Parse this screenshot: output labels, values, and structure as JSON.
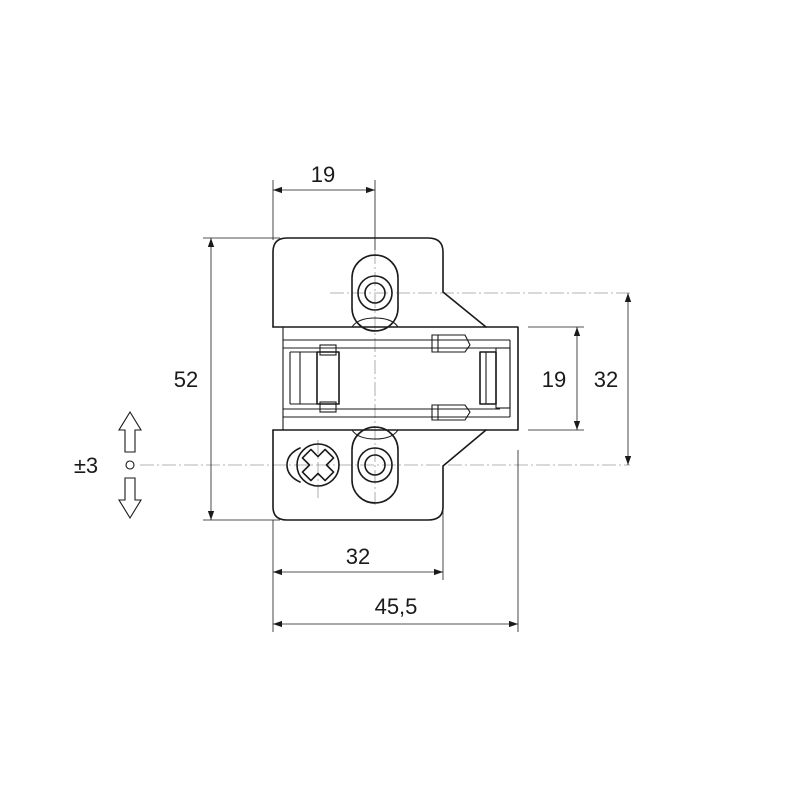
{
  "dimensions": {
    "top_width": "19",
    "height_total": "52",
    "slot_height": "19",
    "hole_spacing": "32",
    "bottom_width": "32",
    "overall_width": "45,5",
    "adjustment": "±3"
  },
  "colors": {
    "line": "#1a1a1a",
    "centerline": "#9a9a9a",
    "background": "#ffffff"
  },
  "icons": {
    "adjust_up": "arrow-up-outline-icon",
    "adjust_down": "arrow-down-outline-icon",
    "adjust_center": "circle-small-icon"
  }
}
